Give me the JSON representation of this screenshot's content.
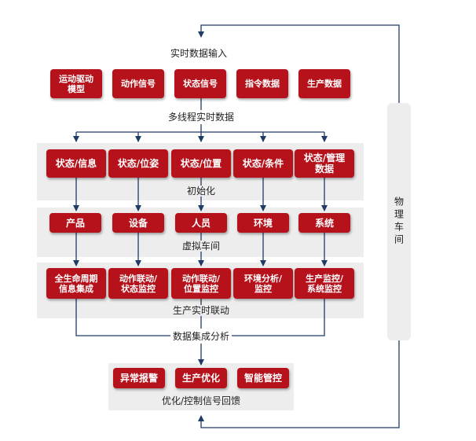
{
  "colors": {
    "box": "#b5121b",
    "line": "#1f3b66",
    "band": "#ededed"
  },
  "labels": {
    "realtime_input": "实时数据输入",
    "multithread": "多线程实时数据",
    "init": "初始化",
    "virtual": "虚拟车间",
    "linkage": "生产实时联动",
    "integration": "数据集成分析",
    "feedback": "优化/控制信号回馈",
    "physical": "物理车间"
  },
  "input_boxes": [
    "运动驱动\n模型",
    "动作信号",
    "状态信号",
    "指令数据",
    "生产数据"
  ],
  "init_boxes": [
    "状态/信息",
    "状态/位姿",
    "状态/位置",
    "状态/条件",
    "状态/管理\n数据"
  ],
  "virtual_boxes": [
    "产品",
    "设备",
    "人员",
    "环境",
    "系统"
  ],
  "linkage_boxes": [
    "全生命周期\n信息集成",
    "动作联动/\n状态监控",
    "动作联动/\n位置监控",
    "环境分析/\n监控",
    "生产监控/\n系统监控"
  ],
  "output_boxes": [
    "异常报警",
    "生产优化",
    "智能管控"
  ]
}
